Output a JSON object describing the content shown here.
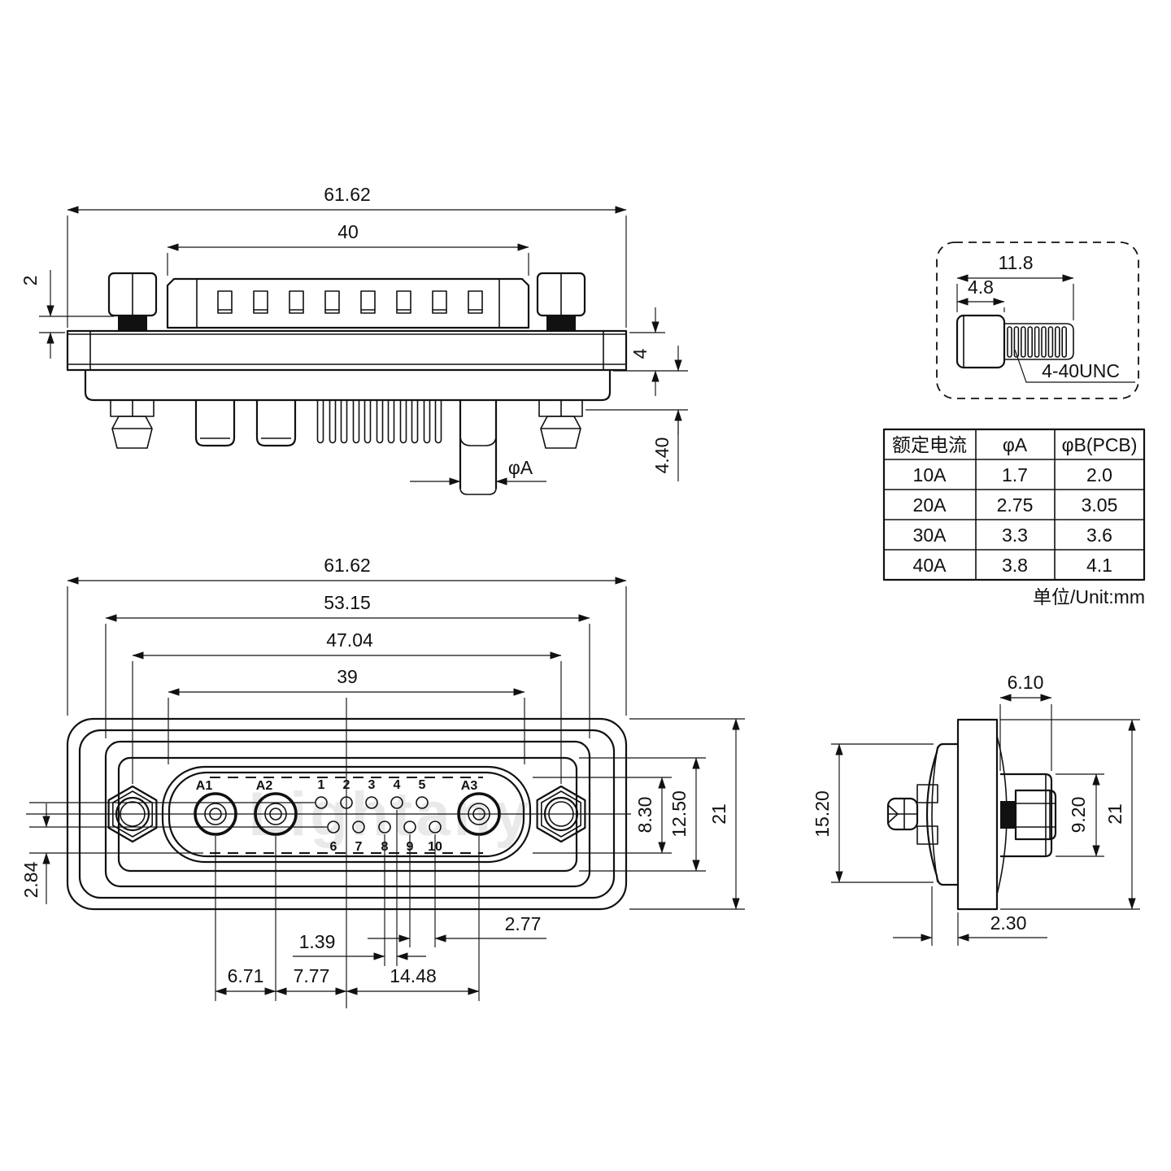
{
  "watermark": "Lightany",
  "top_view": {
    "dim_overall": "61.62",
    "dim_cap": "40",
    "dim_gasket": "2",
    "dim_flange": "4",
    "dim_standoff": "4.40",
    "dim_pin_dia": "φA"
  },
  "screw_detail": {
    "dim_total_length": "11.8",
    "dim_head_length": "4.8",
    "thread_spec": "4-40UNC"
  },
  "spec_table": {
    "headers": [
      "额定电流",
      "φA",
      "φB(PCB)"
    ],
    "rows": [
      [
        "10A",
        "1.7",
        "2.0"
      ],
      [
        "20A",
        "2.75",
        "3.05"
      ],
      [
        "30A",
        "3.3",
        "3.6"
      ],
      [
        "40A",
        "3.8",
        "4.1"
      ]
    ],
    "unit_note": "单位/Unit:mm"
  },
  "front_view": {
    "dim_overall": "61.62",
    "dim_body_step": "53.15",
    "dim_screw_spacing": "47.04",
    "dim_opening": "39",
    "dim_row_offset": "2.84",
    "dim_shell_inner_h": "8.30",
    "dim_insert_h": "12.50",
    "dim_height": "21",
    "dim_pitch": "2.77",
    "dim_stagger": "1.39",
    "dim_a1_a2": "6.71",
    "dim_a2_center": "7.77",
    "dim_center_a3": "14.48",
    "power_pins": [
      "A1",
      "A2",
      "A3"
    ],
    "signal_pins_top": [
      "1",
      "2",
      "3",
      "4",
      "5"
    ],
    "signal_pins_bottom": [
      "6",
      "7",
      "8",
      "9",
      "10"
    ]
  },
  "side_view": {
    "dim_rear_depth": "6.10",
    "dim_shroud_h": "15.20",
    "dim_rear_opening": "9.20",
    "dim_height": "21",
    "dim_face_offset": "2.30"
  }
}
